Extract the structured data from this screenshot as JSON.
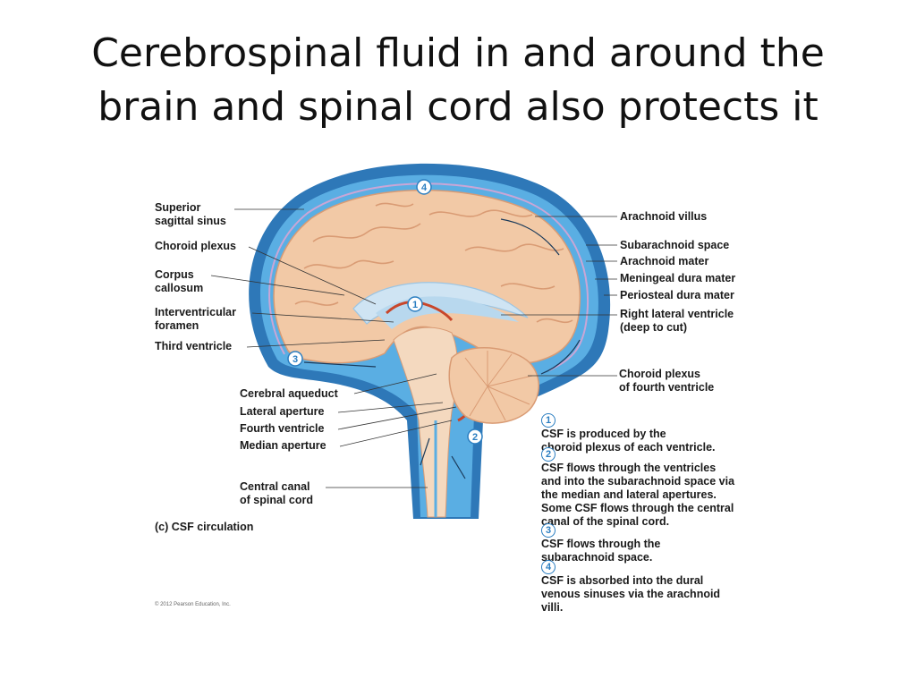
{
  "title": {
    "line1": "Cerebrospinal fluid in and around the",
    "line2": "brain and spinal cord also protects it"
  },
  "labels_left": {
    "superior_sagittal_sinus": [
      "Superior",
      "sagittal sinus"
    ],
    "choroid_plexus": "Choroid plexus",
    "corpus_callosum": [
      "Corpus",
      "callosum"
    ],
    "interventricular_foramen": [
      "Interventricular",
      "foramen"
    ],
    "third_ventricle": "Third ventricle",
    "cerebral_aqueduct": "Cerebral aqueduct",
    "lateral_aperture": "Lateral aperture",
    "fourth_ventricle": "Fourth ventricle",
    "median_aperture": "Median aperture",
    "central_canal": [
      "Central canal",
      "of spinal cord"
    ]
  },
  "labels_right": {
    "arachnoid_villus": "Arachnoid villus",
    "subarachnoid_space": "Subarachnoid space",
    "arachnoid_mater": "Arachnoid mater",
    "meningeal_dura_mater": "Meningeal dura mater",
    "periosteal_dura_mater": "Periosteal dura mater",
    "right_lateral_ventricle": [
      "Right lateral ventricle",
      "(deep to cut)"
    ],
    "choroid_plexus_fourth": [
      "Choroid plexus",
      "of fourth ventricle"
    ]
  },
  "caption": "(c) CSF circulation",
  "steps": [
    {
      "num": "1",
      "lines": [
        "CSF is produced by the",
        "choroid plexus of each ventricle."
      ]
    },
    {
      "num": "2",
      "lines": [
        "CSF flows through the ventricles",
        "and into the subarachnoid space via",
        "the median and lateral apertures.",
        "Some CSF flows through the central",
        "canal of the spinal cord."
      ]
    },
    {
      "num": "3",
      "lines": [
        "CSF flows through the",
        "subarachnoid space."
      ]
    },
    {
      "num": "4",
      "lines": [
        "CSF is absorbed into the dural",
        "venous sinuses via the arachnoid",
        "villi."
      ]
    }
  ],
  "markers": [
    "1",
    "2",
    "3",
    "4"
  ],
  "copyright": "© 2012 Pearson Education, Inc.",
  "colors": {
    "csf_blue": "#4a9fd8",
    "dura_blue": "#2e78b8",
    "brain_tan": "#f2c9a6",
    "brain_fold": "#d99b74",
    "plexus_red": "#c8462a",
    "ventricle": "#b8d8ee"
  }
}
